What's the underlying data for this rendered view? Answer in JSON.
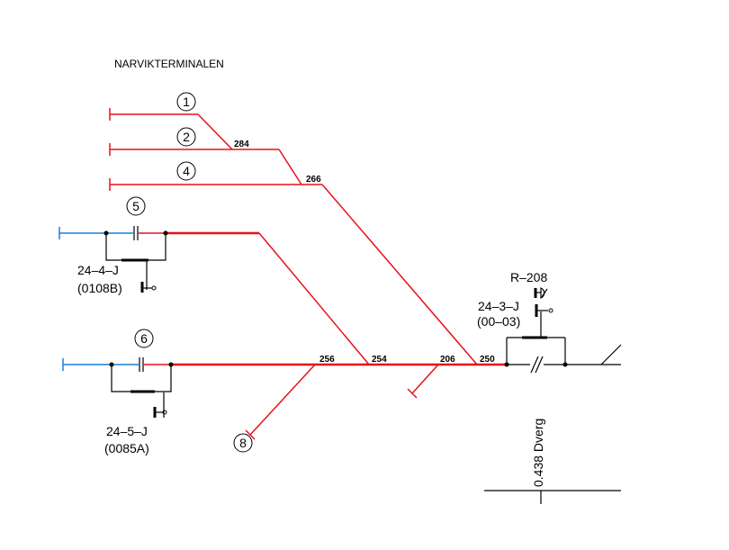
{
  "title": "NARVIKTERMINALEN",
  "tracks": {
    "t1": "1",
    "t2": "2",
    "t4": "4",
    "t5": "5",
    "t6": "6",
    "t8": "8"
  },
  "switches": {
    "s284": "284",
    "s266": "266",
    "s256": "256",
    "s254": "254",
    "s206": "206",
    "s250": "250"
  },
  "devices": {
    "d1_name": "24–4–J",
    "d1_code": "(0108B)",
    "d2_name": "24–5–J",
    "d2_code": "(0085A)",
    "d3_name": "24–3–J",
    "d3_code": "(00–03)",
    "signal": "R–208"
  },
  "km_marker": "0.438  Dverg",
  "colors": {
    "track": "#e8101a",
    "feed": "#1a7fe0",
    "ink": "#000000"
  }
}
